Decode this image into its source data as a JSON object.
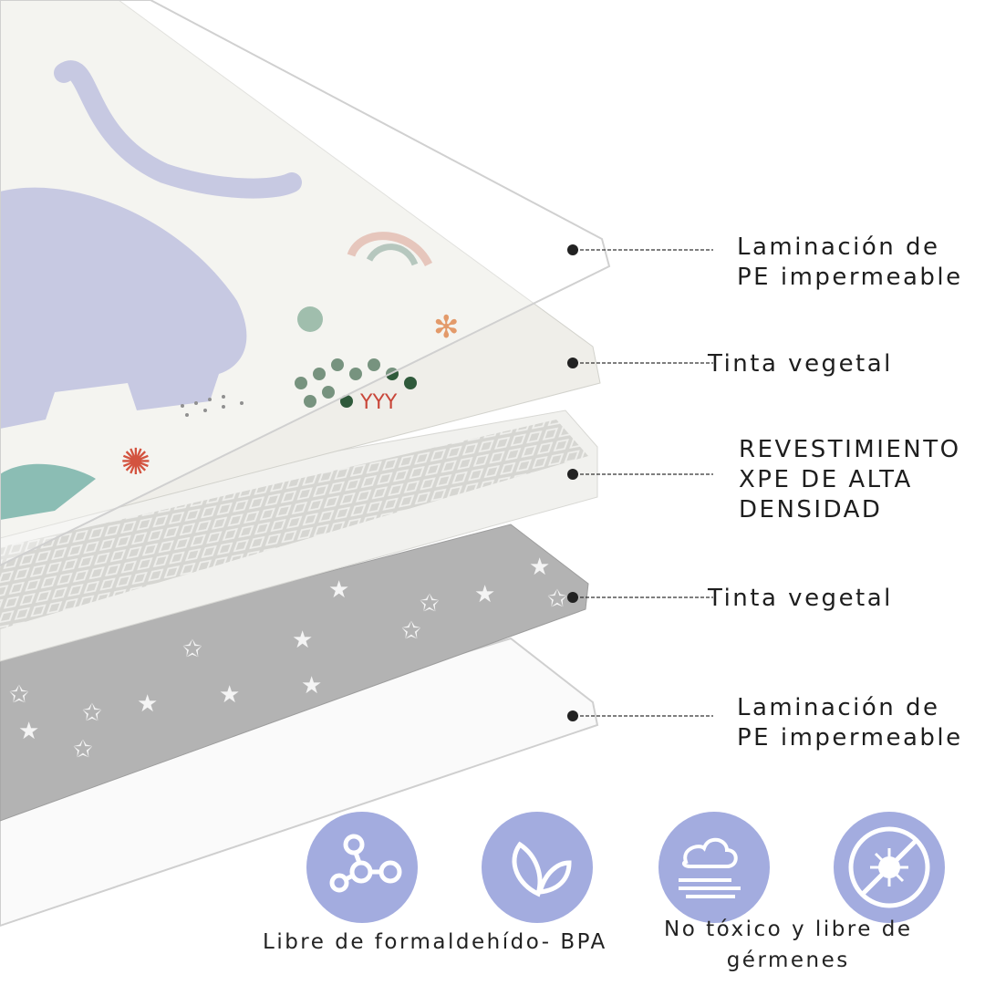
{
  "layers": [
    {
      "label_line1": "Laminación de",
      "label_line2": "PE impermeable"
    },
    {
      "label_line1": "Tinta vegetal"
    },
    {
      "label_line1": "REVESTIMIENTO",
      "label_line2": "XPE DE ALTA",
      "label_line3": "DENSIDAD"
    },
    {
      "label_line1": "Tinta vegetal"
    },
    {
      "label_line1": "Laminación de",
      "label_line2": "PE impermeable"
    }
  ],
  "features": {
    "icons": [
      "molecule-icon",
      "leaf-icon",
      "cloud-wind-icon",
      "no-germs-icon"
    ],
    "caption_left": "Libre de formaldehído- BPA",
    "caption_right_line1": "No tóxico y libre de",
    "caption_right_line2": "gérmenes"
  },
  "colors": {
    "icon_bg": "#a3acdf",
    "elephant": "#a9acd3",
    "grey_layer": "#b4b4b4"
  }
}
